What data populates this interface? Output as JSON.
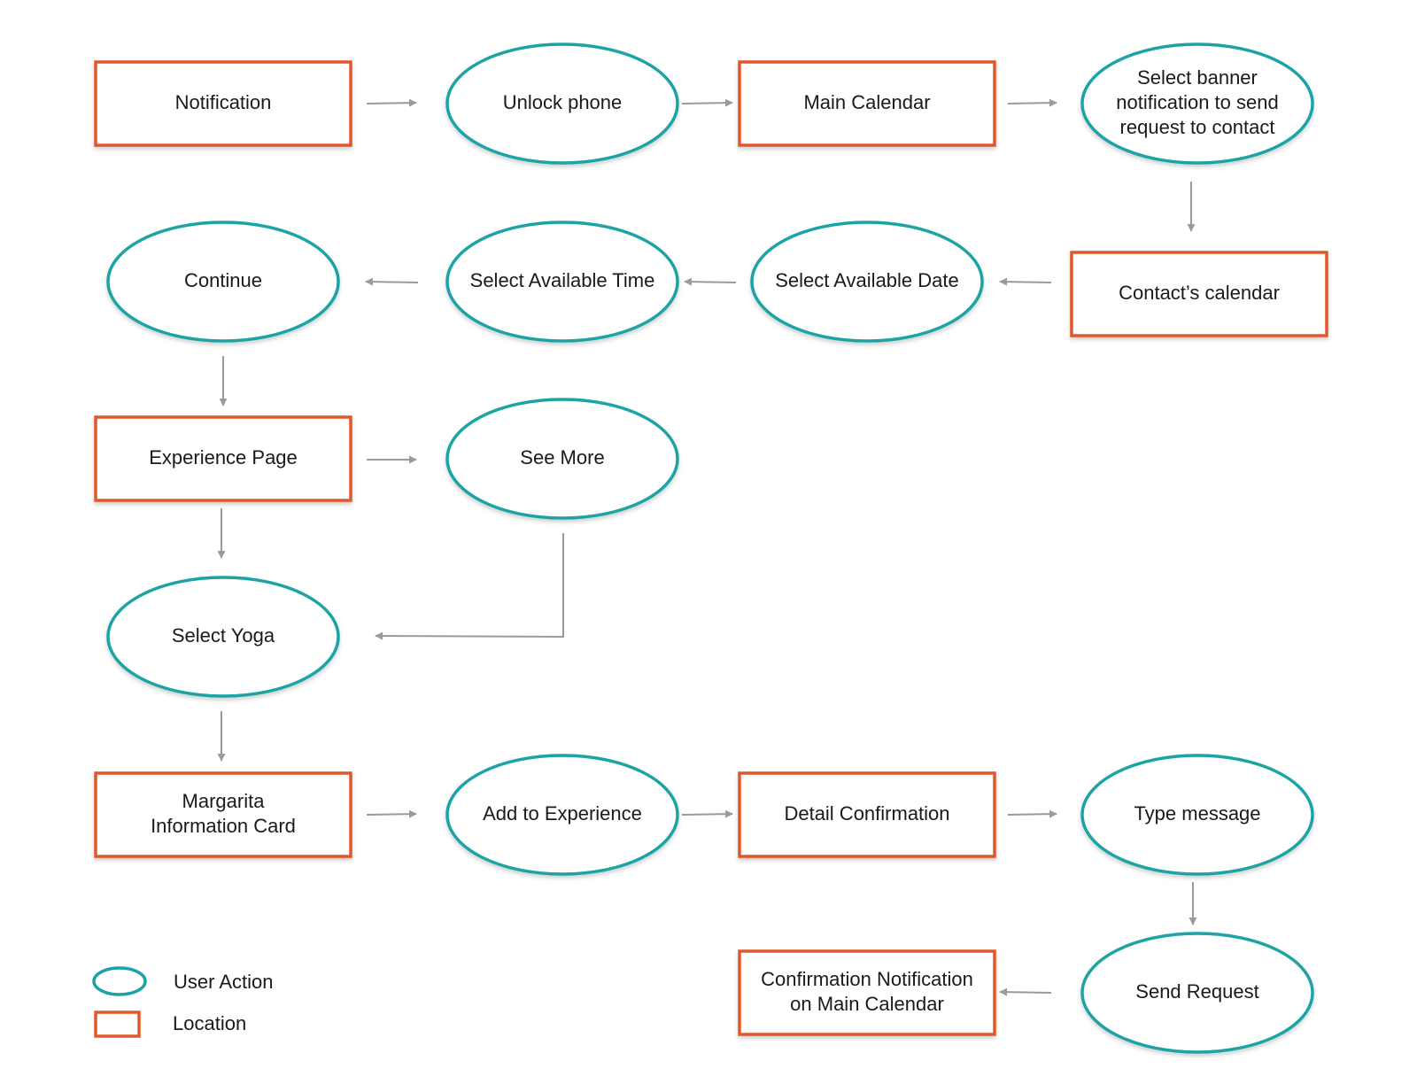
{
  "colors": {
    "action": "#1aa3a5",
    "location": "#e0592a",
    "arrow": "#9a9a9a",
    "text": "#1a1a1a"
  },
  "nodes": [
    {
      "id": "notification",
      "type": "location",
      "lines": [
        "Notification"
      ]
    },
    {
      "id": "unlock-phone",
      "type": "action",
      "lines": [
        "Unlock phone"
      ]
    },
    {
      "id": "main-calendar",
      "type": "location",
      "lines": [
        "Main Calendar"
      ]
    },
    {
      "id": "select-banner",
      "type": "action",
      "lines": [
        "Select banner",
        "notification to send",
        "request to contact"
      ]
    },
    {
      "id": "continue",
      "type": "action",
      "lines": [
        "Continue"
      ]
    },
    {
      "id": "select-time",
      "type": "action",
      "lines": [
        "Select Available Time"
      ]
    },
    {
      "id": "select-date",
      "type": "action",
      "lines": [
        "Select Available Date"
      ]
    },
    {
      "id": "contacts-calendar",
      "type": "location",
      "lines": [
        "Contact’s calendar"
      ]
    },
    {
      "id": "experience-page",
      "type": "location",
      "lines": [
        "Experience Page"
      ]
    },
    {
      "id": "see-more",
      "type": "action",
      "lines": [
        "See More"
      ]
    },
    {
      "id": "select-yoga",
      "type": "action",
      "lines": [
        "Select Yoga"
      ]
    },
    {
      "id": "margarita-card",
      "type": "location",
      "lines": [
        "Margarita",
        "Information Card"
      ]
    },
    {
      "id": "add-to-experience",
      "type": "action",
      "lines": [
        "Add to Experience"
      ]
    },
    {
      "id": "detail-confirmation",
      "type": "location",
      "lines": [
        "Detail Confirmation"
      ]
    },
    {
      "id": "type-message",
      "type": "action",
      "lines": [
        "Type message"
      ]
    },
    {
      "id": "confirmation-notification",
      "type": "location",
      "lines": [
        "Confirmation Notification",
        "on Main Calendar"
      ]
    },
    {
      "id": "send-request",
      "type": "action",
      "lines": [
        "Send Request"
      ]
    }
  ],
  "edges": [
    {
      "from": "notification",
      "to": "unlock-phone"
    },
    {
      "from": "unlock-phone",
      "to": "main-calendar"
    },
    {
      "from": "main-calendar",
      "to": "select-banner"
    },
    {
      "from": "select-banner",
      "to": "contacts-calendar"
    },
    {
      "from": "contacts-calendar",
      "to": "select-date"
    },
    {
      "from": "select-date",
      "to": "select-time"
    },
    {
      "from": "select-time",
      "to": "continue"
    },
    {
      "from": "continue",
      "to": "experience-page"
    },
    {
      "from": "experience-page",
      "to": "see-more"
    },
    {
      "from": "experience-page",
      "to": "select-yoga"
    },
    {
      "from": "see-more",
      "to": "select-yoga"
    },
    {
      "from": "select-yoga",
      "to": "margarita-card"
    },
    {
      "from": "margarita-card",
      "to": "add-to-experience"
    },
    {
      "from": "add-to-experience",
      "to": "detail-confirmation"
    },
    {
      "from": "detail-confirmation",
      "to": "type-message"
    },
    {
      "from": "type-message",
      "to": "send-request"
    },
    {
      "from": "send-request",
      "to": "confirmation-notification"
    }
  ],
  "legend": {
    "action_label": "User Action",
    "location_label": "Location"
  }
}
